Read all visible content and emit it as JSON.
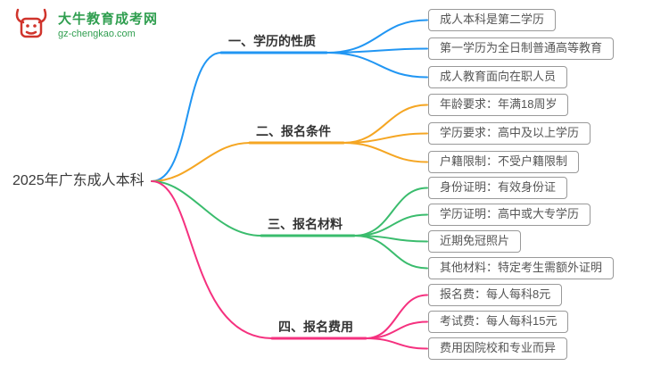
{
  "logo": {
    "site_name": "大牛教育成考网",
    "site_url": "gz-chengkao.com",
    "brand_green": "#2f9e4f",
    "brand_red": "#d0342c"
  },
  "root": {
    "label": "2025年广东成人本科"
  },
  "branches": [
    {
      "label": "一、学历的性质",
      "color": "#2196f3",
      "children": [
        "成人本科是第二学历",
        "第一学历为全日制普通高等教育",
        "成人教育面向在职人员"
      ]
    },
    {
      "label": "二、报名条件",
      "color": "#f5a623",
      "children": [
        "年龄要求：年满18周岁",
        "学历要求：高中及以上学历",
        "户籍限制：不受户籍限制"
      ]
    },
    {
      "label": "三、报名材料",
      "color": "#3abc6d",
      "children": [
        "身份证明：有效身份证",
        "学历证明：高中或大专学历",
        "近期免冠照片",
        "其他材料：特定考生需额外证明"
      ]
    },
    {
      "label": "四、报名费用",
      "color": "#f5317f",
      "children": [
        "报名费：每人每科8元",
        "考试费：每人每科15元",
        "费用因院校和专业而异"
      ]
    }
  ]
}
